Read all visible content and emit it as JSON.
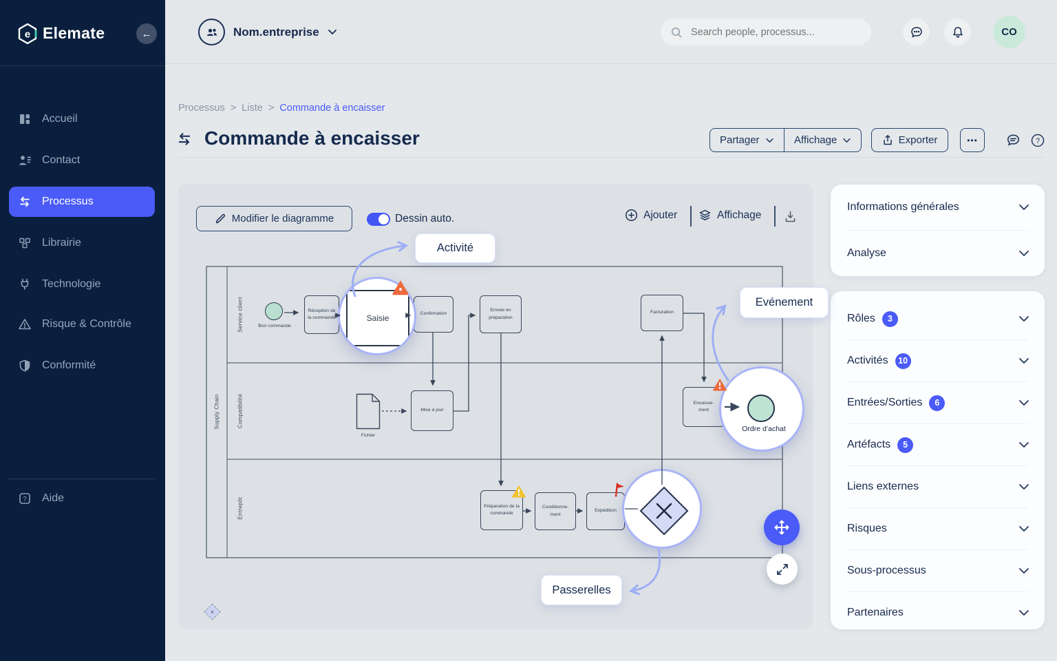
{
  "colors": {
    "accent": "#4A5BF7",
    "sidebar_bg": "#0A1F3E",
    "navy_text": "#16294D",
    "mint": "#BBDFD0",
    "warning_orange": "#EC6A3C",
    "warning_yellow": "#EFC22F",
    "flag_red": "#D93025",
    "magnifier_border": "#A9B4F7"
  },
  "sidebar": {
    "logo_text": "Elemate",
    "items": [
      {
        "label": "Accueil",
        "icon": "dashboard-icon"
      },
      {
        "label": "Contact",
        "icon": "contact-icon"
      },
      {
        "label": "Processus",
        "icon": "process-icon"
      },
      {
        "label": "Librairie",
        "icon": "cubes-icon"
      },
      {
        "label": "Technologie",
        "icon": "plug-icon"
      },
      {
        "label": "Risque & Contrôle",
        "icon": "warning-icon"
      },
      {
        "label": "Conformité",
        "icon": "shield-icon"
      }
    ],
    "help_label": "Aide"
  },
  "header": {
    "company_name": "Nom.entreprise",
    "search_placeholder": "Search people, processus...",
    "avatar_initials": "CO"
  },
  "breadcrumb": {
    "part1": "Processus",
    "part2": "Liste",
    "part3": "Commande à encaisser",
    "separator": ">"
  },
  "page": {
    "title": "Commande à encaisser",
    "share_label": "Partager",
    "view_label": "Affichage",
    "export_label": "Exporter",
    "more_label": "•••"
  },
  "diagram_toolbar": {
    "edit_label": "Modifier le diagramme",
    "autodraw_label": "Dessin auto.",
    "add_label": "Ajouter",
    "view_label": "Affichage"
  },
  "diagram": {
    "pool_label": "Supply Chain",
    "lanes": [
      {
        "label": "Service client"
      },
      {
        "label": "Compatibilité"
      },
      {
        "label": "Entrepôt"
      }
    ],
    "callouts": {
      "activity": "Activité",
      "event": "Evénement",
      "gateway": "Passerelles"
    },
    "nodes": {
      "start": "Bon commande",
      "reception": "Réception de la commande",
      "saisie": "Saisie",
      "confirmation": "Confirmation",
      "envoie": "Envoie en préparation",
      "facturation": "Facturation",
      "encaissement": "Encaisse-\nment",
      "ordre": "Ordre d’achat",
      "fichier": "Fichier",
      "mise_a_jour": "Mise à jour",
      "preparation": "Préparation de la commande",
      "conditionnement": "Conditionne-\nment",
      "expedition": "Expédition"
    }
  },
  "panel": {
    "general_sections": [
      {
        "label": "Informations générales"
      },
      {
        "label": "Analyse"
      }
    ],
    "detail_sections": [
      {
        "label": "Rôles",
        "badge": "3"
      },
      {
        "label": "Activités",
        "badge": "10"
      },
      {
        "label": "Entrées/Sorties",
        "badge": "6"
      },
      {
        "label": "Artéfacts",
        "badge": "5"
      },
      {
        "label": "Liens externes"
      },
      {
        "label": "Risques"
      },
      {
        "label": "Sous-processus"
      },
      {
        "label": "Partenaires"
      }
    ]
  }
}
